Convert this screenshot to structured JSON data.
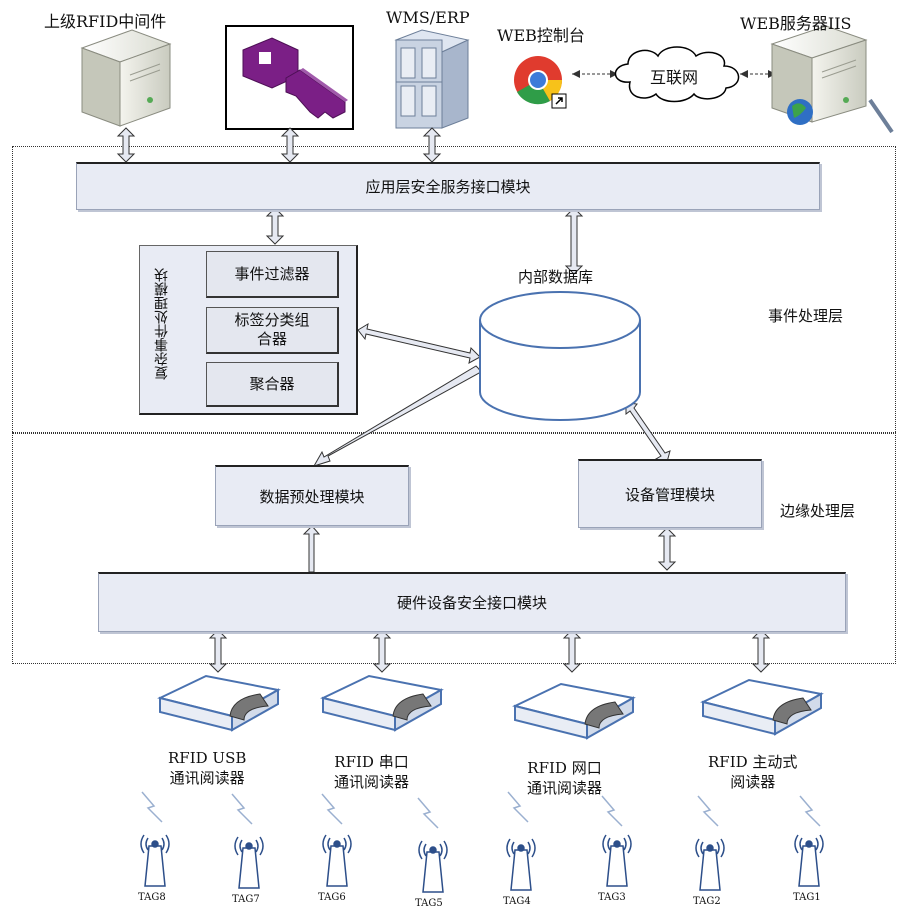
{
  "top": {
    "rfid_middleware": "上级RFID中间件",
    "wms_erp": "WMS/ERP",
    "web_console": "WEB控制台",
    "internet": "互联网",
    "web_server": "WEB服务器IIS"
  },
  "app_layer_module": "应用层安全服务接口模块",
  "event_layer": {
    "label": "事件处理层",
    "cep_title": "复杂事件处理模块",
    "filter": "事件过滤器",
    "classifier_line1": "标签分类组",
    "classifier_line2": "合器",
    "aggregator": "聚合器",
    "database": "内部数据库"
  },
  "edge_layer": {
    "label": "边缘处理层",
    "preprocess": "数据预处理模块",
    "device_mgmt": "设备管理模块",
    "hw_interface": "硬件设备安全接口模块"
  },
  "readers": [
    {
      "line1": "RFID USB",
      "line2": "通讯阅读器"
    },
    {
      "line1": "RFID 串口",
      "line2": "通讯阅读器"
    },
    {
      "line1": "RFID 网口",
      "line2": "通讯阅读器"
    },
    {
      "line1": "RFID 主动式",
      "line2": "阅读器"
    }
  ],
  "tags": [
    "TAG8",
    "TAG7",
    "TAG6",
    "TAG5",
    "TAG4",
    "TAG3",
    "TAG2",
    "TAG1"
  ],
  "colors": {
    "box_fill": "#e8ebf4",
    "key_purple": "#7b1f86",
    "reader_blue": "#4a72b0",
    "arrow_fill": "#e6e9f2"
  }
}
